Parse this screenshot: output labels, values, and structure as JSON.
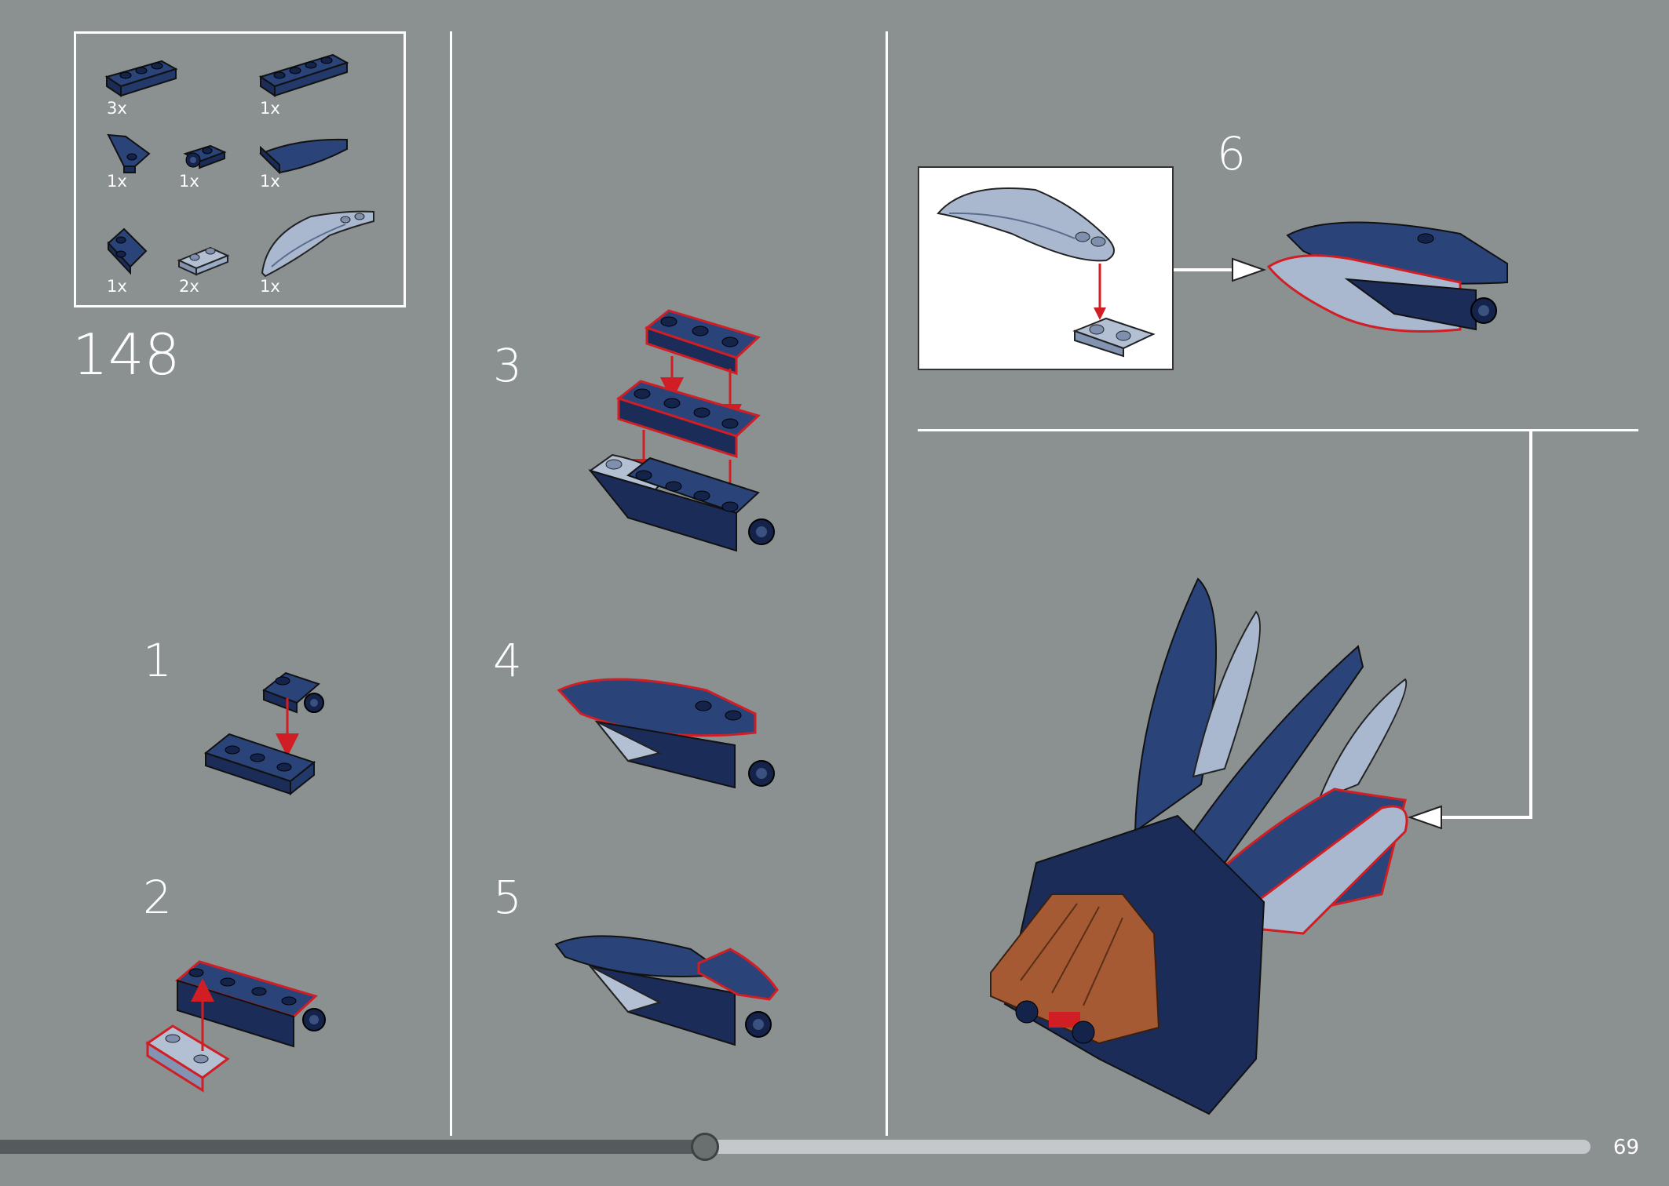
{
  "parts_list": {
    "items": [
      {
        "qty": "3x",
        "icon": "plate-1x3-dark-blue"
      },
      {
        "qty": "1x",
        "icon": "plate-1x4-dark-blue"
      },
      {
        "qty": "1x",
        "icon": "wedge-plate-dark-blue"
      },
      {
        "qty": "1x",
        "icon": "plate-with-clip-dark-blue"
      },
      {
        "qty": "1x",
        "icon": "curved-slope-dark-blue"
      },
      {
        "qty": "1x",
        "icon": "wedge-2x2-dark-blue"
      },
      {
        "qty": "2x",
        "icon": "plate-1x2-sand-blue"
      },
      {
        "qty": "1x",
        "icon": "feather-sand-blue"
      }
    ]
  },
  "main_step": "148",
  "sub_steps": {
    "s1": "1",
    "s2": "2",
    "s3": "3",
    "s4": "4",
    "s5": "5",
    "s6": "6"
  },
  "footer": {
    "page_number": "69",
    "progress": 0.443
  },
  "colors": {
    "background": "#8b9091",
    "dark_blue": "#1d3264",
    "sand_blue": "#9aacc7",
    "highlight": "#d01e24",
    "arrow": "#d01e24",
    "reddish_brown": "#a65a33"
  }
}
